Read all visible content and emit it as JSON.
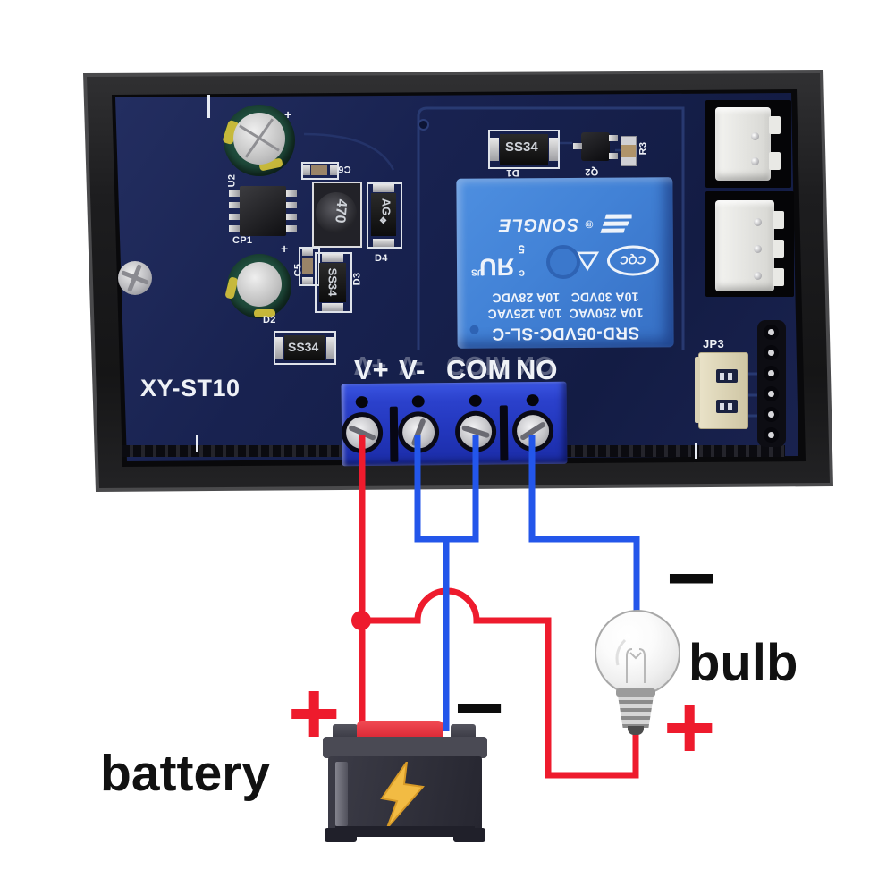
{
  "module": {
    "board_label": "XY-ST10",
    "terminals": [
      {
        "label": "V+"
      },
      {
        "label": "V-"
      },
      {
        "label": "COM"
      },
      {
        "label": "NO"
      }
    ],
    "relay": {
      "model": "SRD-05VDC-SL-C",
      "rating_line_1": "10A 250VAC  10A 125VAC",
      "rating_line_2": "10A 30VDC   10A 28VDC",
      "brand": "SONGLE",
      "registered_mark": "®",
      "cert_cqc": "CQC",
      "cert_ul": "ЯU",
      "cert_c": "c",
      "cert_us": "US",
      "cert_num": "5"
    },
    "components": {
      "u2": "U2",
      "cp1": "CP1",
      "c5": "C5",
      "c6": "C6",
      "d1": "D1",
      "d2": "D2",
      "d3": "D3",
      "d4": "D4",
      "q2": "Q2",
      "r3": "R3",
      "jp3": "JP3",
      "diode_marking": "SS34",
      "inductor_marking": "470",
      "d4_marking": "AG",
      "polarity_mark": "+"
    }
  },
  "wiring": {
    "battery_label": "battery",
    "bulb_label": "bulb",
    "plus": "+",
    "minus": "−"
  },
  "colors": {
    "background": "#ffffff",
    "wire_positive_red": "#ee1b2d",
    "wire_negative_blue": "#2356ea",
    "pcb_navy": "#18214c",
    "relay_blue": "#4383d8",
    "terminal_block_blue": "#2c49d6",
    "case_dark": "#1e1e20",
    "silkscreen_white": "#eef1f6",
    "battery_cap_red": "#e63b45",
    "lightning_yellow": "#f1b63c",
    "label_black": "#111111"
  }
}
